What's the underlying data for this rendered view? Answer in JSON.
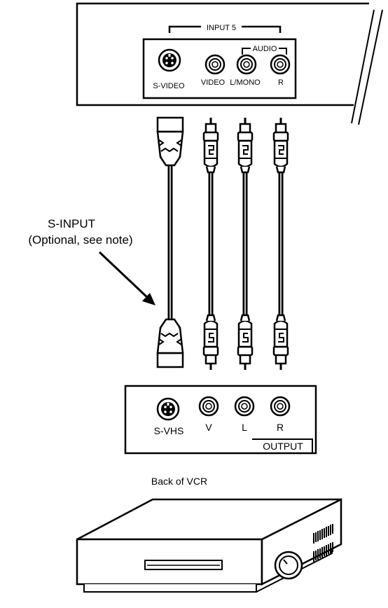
{
  "tv_panel": {
    "input_group": "INPUT 5",
    "audio_group": "AUDIO",
    "jacks": [
      "S-VIDEO",
      "VIDEO",
      "L/MONO",
      "R"
    ]
  },
  "vcr_panel": {
    "jacks": [
      "S-VHS",
      "V",
      "L",
      "R"
    ],
    "output_label": "OUTPUT",
    "caption": "Back of VCR"
  },
  "callout": {
    "line1": "S-INPUT",
    "line2": "(Optional, see note)"
  },
  "colors": {
    "ink": "#000000",
    "background": "#ffffff"
  }
}
